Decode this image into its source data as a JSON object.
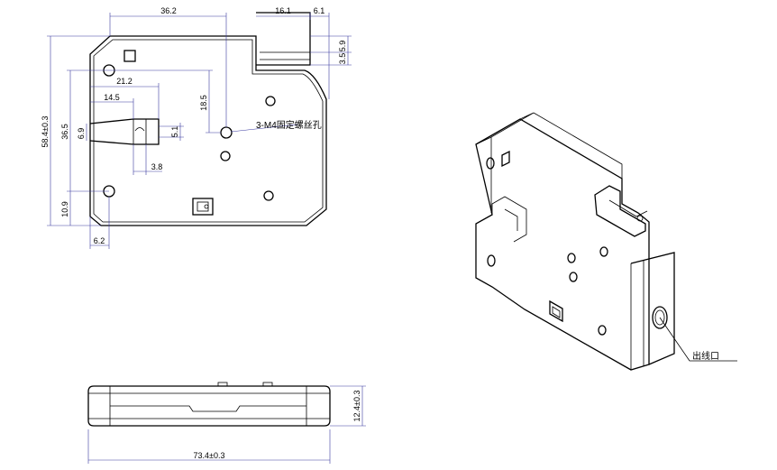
{
  "front_view": {
    "dims": {
      "width_top": "36.2",
      "slot_width": "16.1",
      "slot_offset": "6.1",
      "tab_h1": "5.9",
      "tab_h2": "3.5",
      "hole_offset_x": "21.2",
      "latch_len": "14.5",
      "hole_offset_y": "18.5",
      "latch_h": "6.9",
      "latch_w2": "5.1",
      "latch_w3": "3.8",
      "height_total": "58.4±0.3",
      "height_inner": "36.5",
      "hole_y_bottom": "10.9",
      "hole_x_left": "6.2"
    },
    "note": "3-M4固定螺丝孔"
  },
  "bottom_view": {
    "dims": {
      "length": "73.4±0.3",
      "thickness": "12.4±0.3"
    }
  },
  "iso_view": {
    "label": "出线口"
  }
}
